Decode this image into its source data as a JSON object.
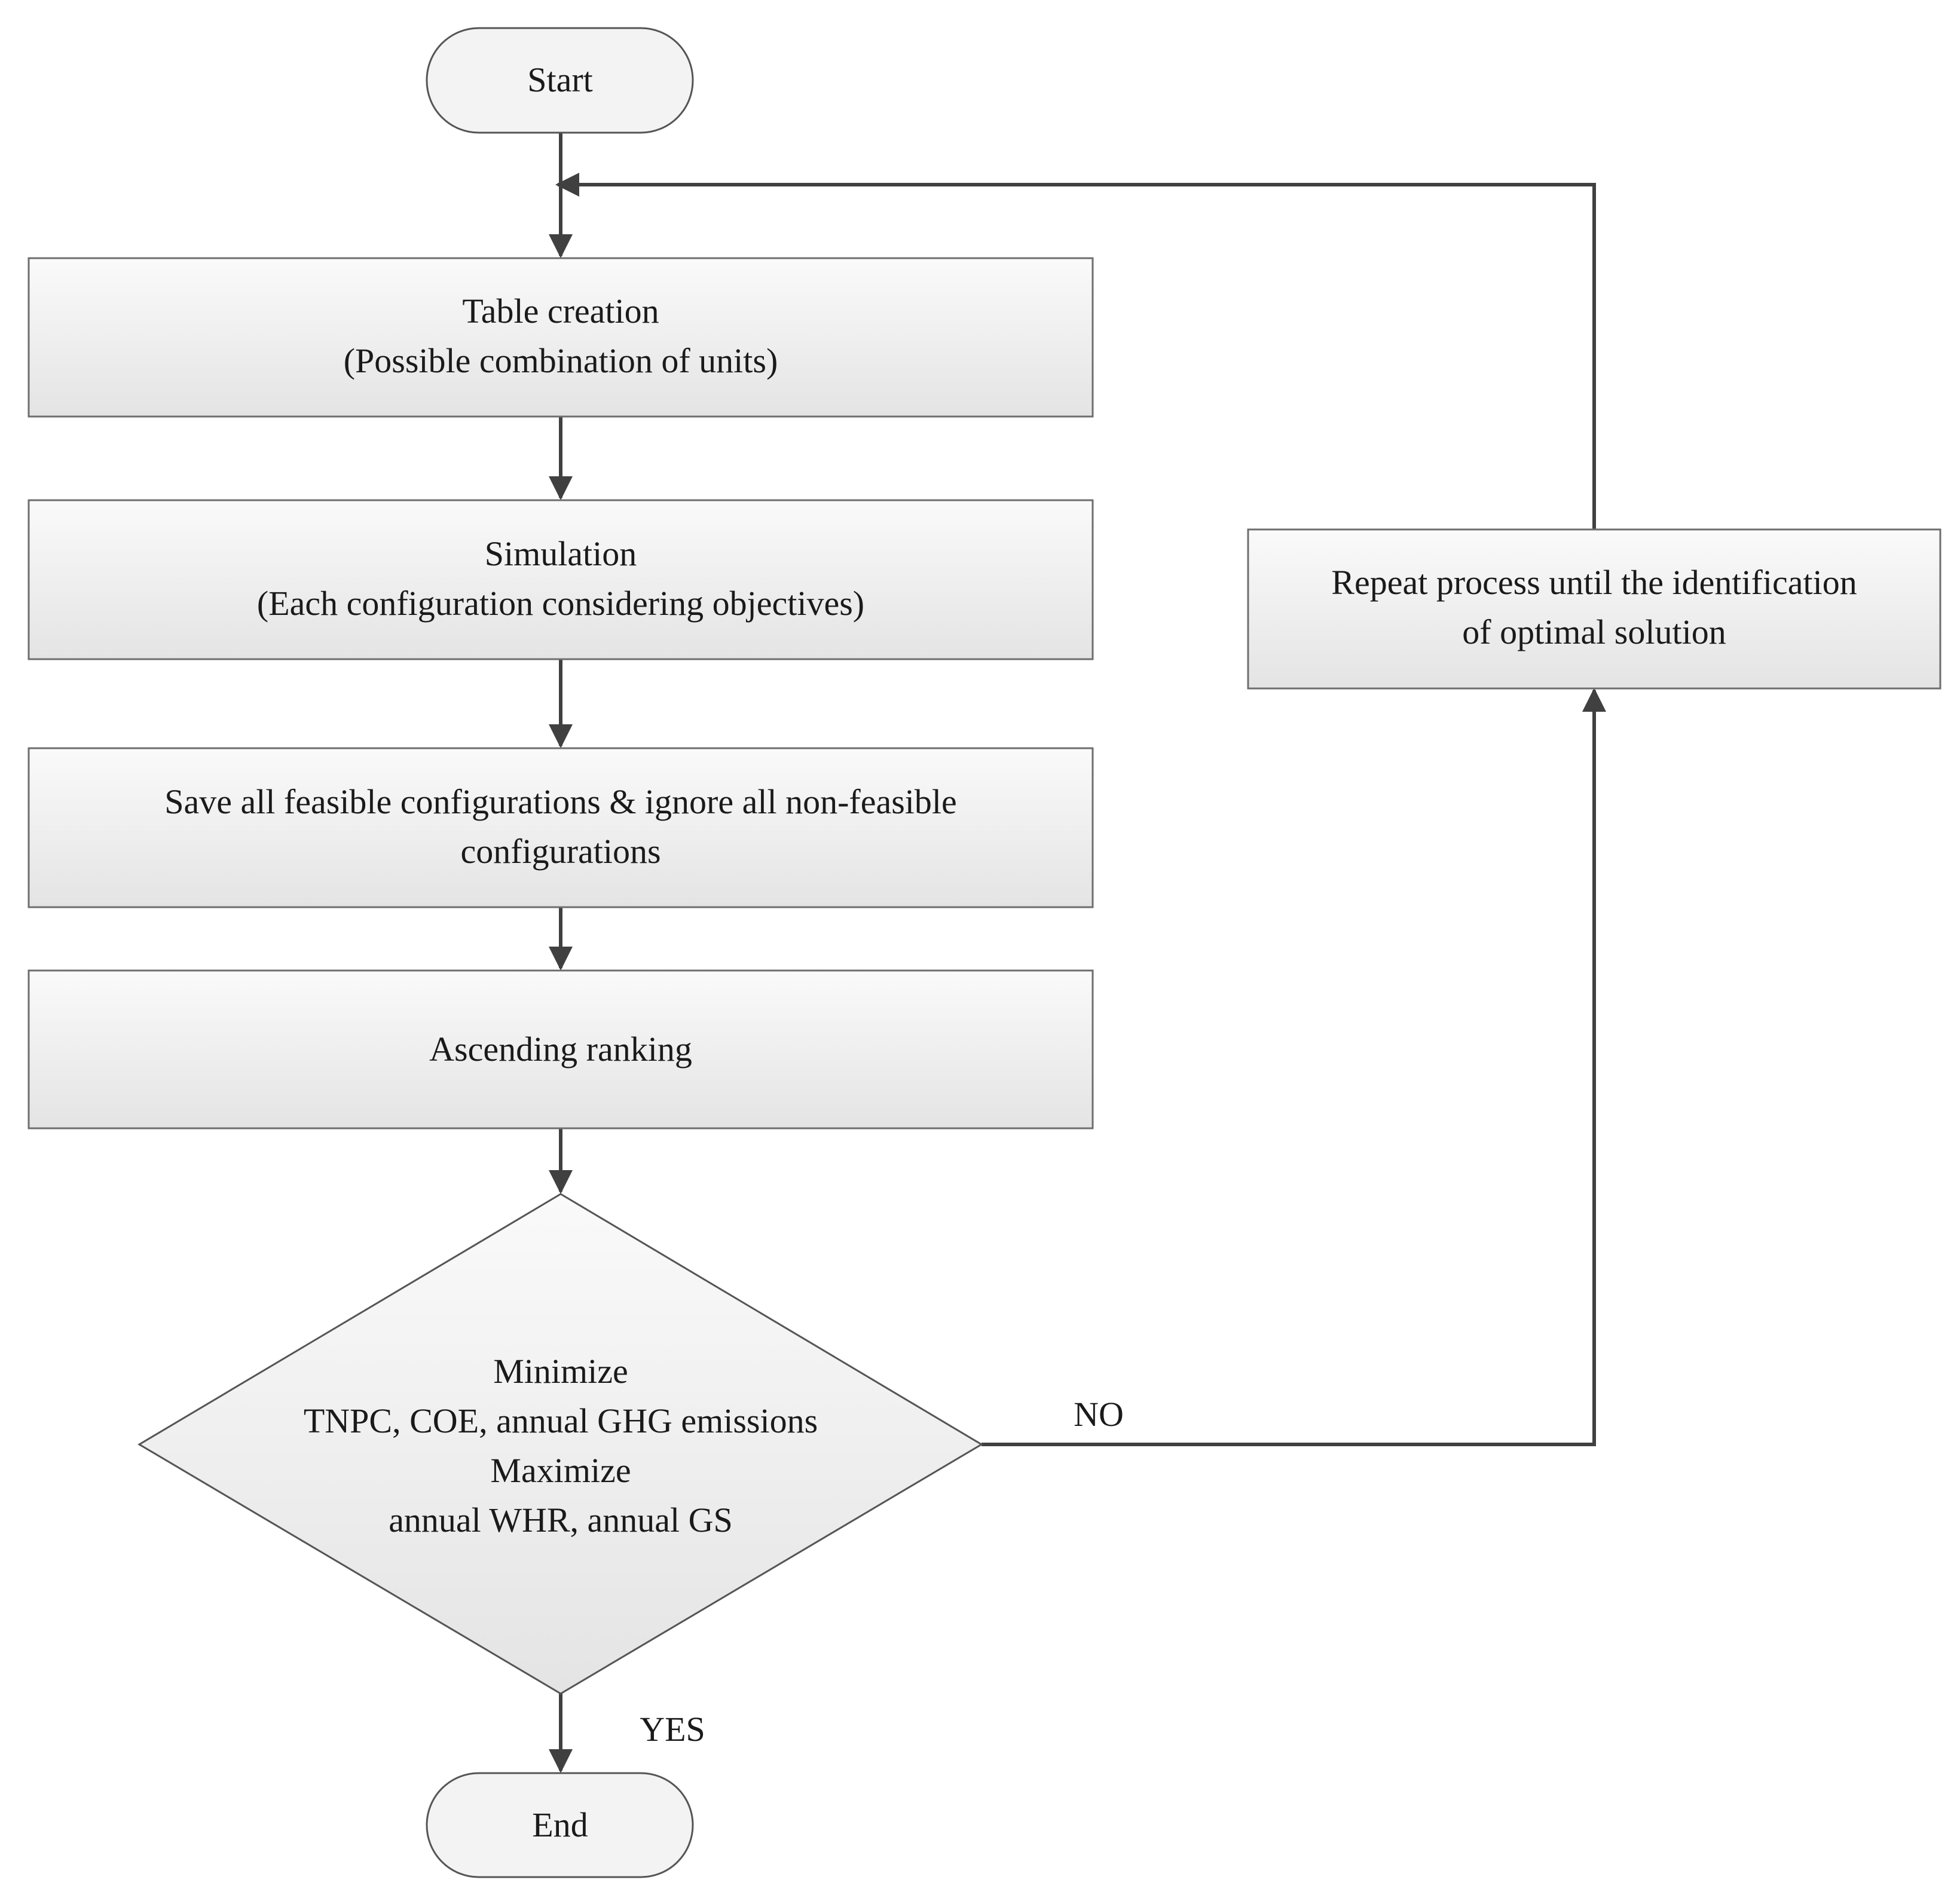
{
  "nodes": {
    "start": {
      "lines": [
        "Start"
      ]
    },
    "table": {
      "lines": [
        "Table creation",
        "(Possible combination of units)"
      ]
    },
    "simulation": {
      "lines": [
        "Simulation",
        "(Each configuration considering objectives)"
      ]
    },
    "save": {
      "lines": [
        "Save all feasible configurations & ignore all non-feasible",
        "configurations"
      ]
    },
    "ranking": {
      "lines": [
        "Ascending ranking"
      ]
    },
    "decision": {
      "lines": [
        "Minimize",
        "TNPC, COE, annual GHG emissions",
        "Maximize",
        "annual WHR, annual GS"
      ]
    },
    "repeat": {
      "lines": [
        "Repeat process until the identification",
        "of optimal solution"
      ]
    },
    "end": {
      "lines": [
        "End"
      ]
    }
  },
  "edges": {
    "no_label": "NO",
    "yes_label": "YES"
  }
}
